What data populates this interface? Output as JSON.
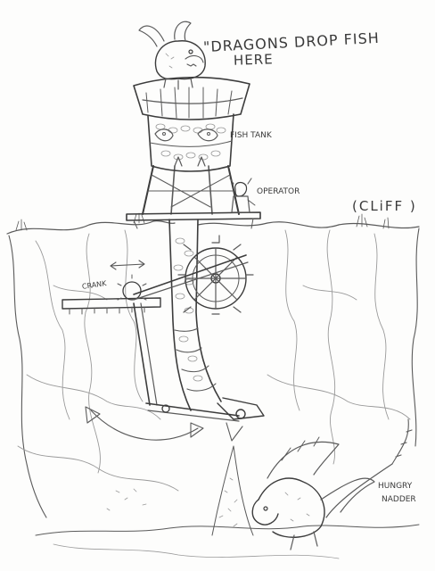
{
  "labels": {
    "drop_line1": "\"DRAGONS DROP FISH",
    "drop_line2": "HERE",
    "fish_tank": "FISH TANK",
    "operator": "OPERATOR",
    "cliff": "(CLiFF )",
    "crank": "CRANK",
    "hungry": "HUNGRY",
    "nadder": "NADDER"
  },
  "icons": {
    "top_dragon": "gronckle-dragon-icon",
    "bottom_dragon": "nadder-dragon-icon",
    "operator": "viking-operator-icon",
    "wheel": "paddle-wheel-icon"
  },
  "colors": {
    "paper": "#fdfdfc",
    "pencil": "#5a5a5a"
  }
}
